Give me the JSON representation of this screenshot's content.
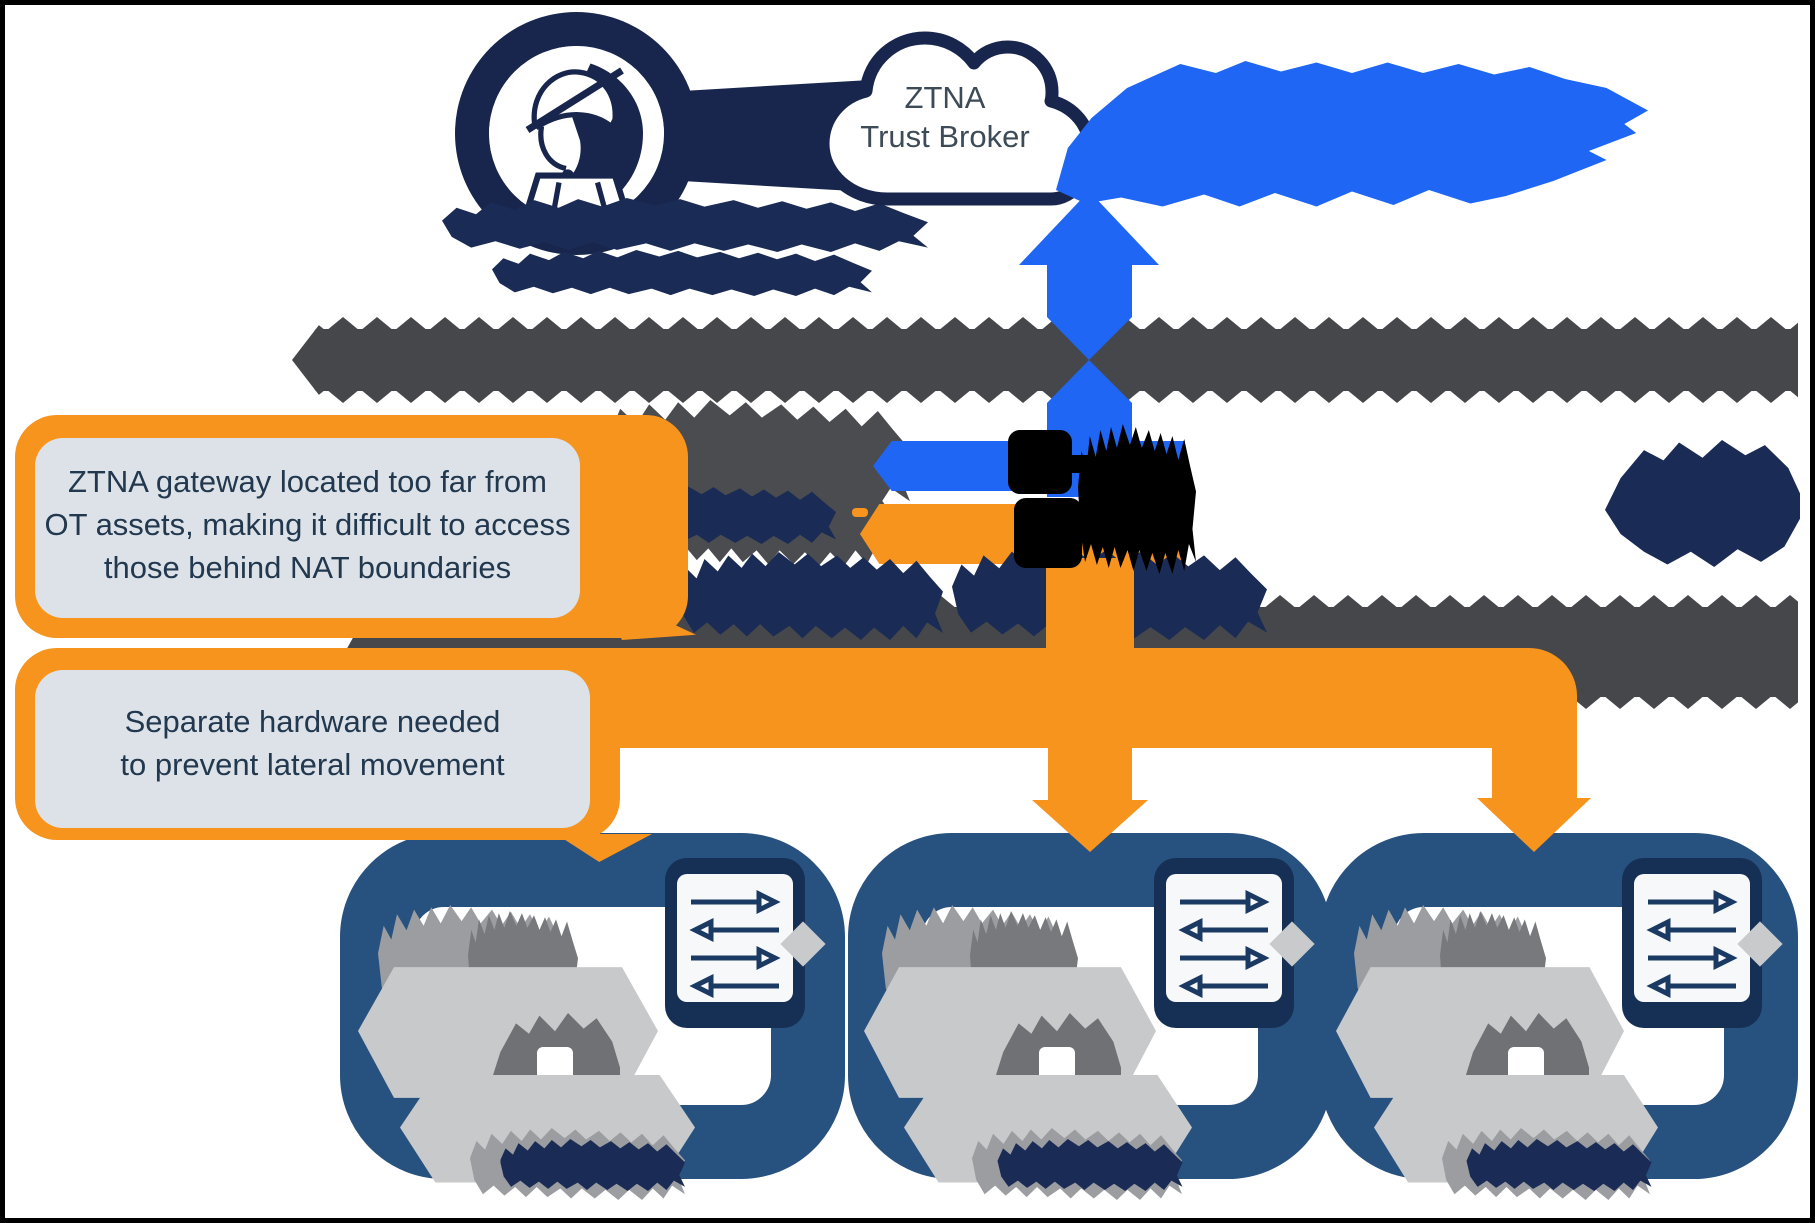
{
  "diagram": {
    "title_hint": "ZTNA trust-broker OT network diagram (most labels rendered illegible in source image)",
    "cloud": {
      "line1": "ZTNA",
      "line2": "Trust Broker"
    },
    "callout_nat": {
      "lines": [
        "ZTNA gateway located too far from",
        "OT assets, making it difficult to access",
        "those behind NAT boundaries"
      ]
    },
    "callout_hw": {
      "lines": [
        "Separate hardware needed",
        "to prevent lateral movement"
      ]
    },
    "colors": {
      "navy": "#18264E",
      "label_navy": "#1A2B55",
      "container_blue": "#27517E",
      "panel_navy": "#163055",
      "blue": "#1E66F3",
      "orange": "#F7941D",
      "band_gray": "#45474B",
      "callout_bg": "#DDE2E9",
      "callout_text": "#22384E",
      "cloud_text": "#3D4B58"
    },
    "icons": {
      "worker": "hard-hat-worker-icon",
      "cloud": "cloud-icon",
      "switch": "network-switch-arrows-icon",
      "corrupted_black_glyph": "illegible-black-icon"
    },
    "redacted_labels": [
      {
        "id": "remote-user-label",
        "legible": false
      },
      {
        "id": "blue-route-text",
        "legible": false
      },
      {
        "id": "upper-network-band-text",
        "legible": false
      },
      {
        "id": "gateway-area-text",
        "legible": false
      },
      {
        "id": "mid-left-label",
        "legible": false
      },
      {
        "id": "lower-network-band-text",
        "legible": false
      },
      {
        "id": "ot-zone-label",
        "legible": false
      },
      {
        "id": "dmz-label",
        "legible": false
      },
      {
        "id": "cell-1-label",
        "legible": false
      },
      {
        "id": "cell-2-label",
        "legible": false
      },
      {
        "id": "cell-3-label",
        "legible": false
      }
    ],
    "zones": [
      {
        "name": "cell-area-1"
      },
      {
        "name": "cell-area-2"
      },
      {
        "name": "cell-area-3"
      }
    ]
  }
}
